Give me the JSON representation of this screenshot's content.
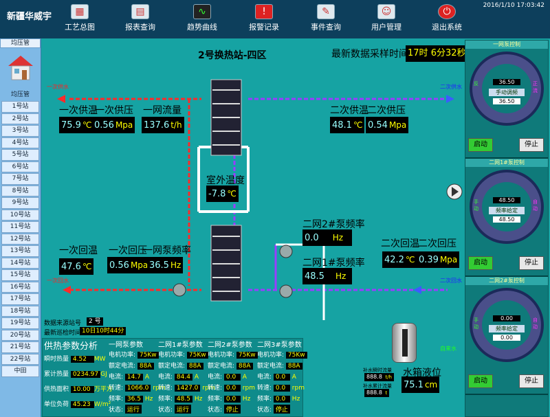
{
  "brand": "新疆华威宇",
  "clock": "2016/1/10 17:03:42",
  "nav": [
    {
      "label": "工艺总图",
      "icon": "process-icon"
    },
    {
      "label": "报表查询",
      "icon": "report-icon"
    },
    {
      "label": "趋势曲线",
      "icon": "trend-icon"
    },
    {
      "label": "报警记录",
      "icon": "alarm-icon"
    },
    {
      "label": "事件查询",
      "icon": "event-icon"
    },
    {
      "label": "用户管理",
      "icon": "user-icon"
    },
    {
      "label": "退出系统",
      "icon": "exit-icon"
    }
  ],
  "sidebar": {
    "top": "均压管",
    "house_label": "均压管",
    "items": [
      "1号站",
      "2号站",
      "3号站",
      "4号站",
      "5号站",
      "6号站",
      "7号站",
      "8号站",
      "9号站",
      "10号站",
      "11号站",
      "12号站",
      "13号站",
      "14号站",
      "15号站",
      "16号站",
      "17号站",
      "18号站",
      "19号站",
      "20号站",
      "21号站",
      "22号站",
      "中田"
    ]
  },
  "station": "2号换热站-四区",
  "sample": {
    "label": "最新数据采样时间",
    "h": "17",
    "hu": "时",
    "m": "6",
    "mu": "分",
    "s": "32",
    "su": "秒"
  },
  "primary": {
    "supply_temp_label": "一次供温",
    "supply_press_label": "一次供压",
    "flow_label": "一网流量",
    "supply_temp": "75.9",
    "temp_unit": "℃",
    "supply_press": "0.56",
    "press_unit": "Mpa",
    "flow": "137.6",
    "flow_unit": "t/h",
    "return_temp_label": "一次回温",
    "return_press_label": "一次回压",
    "pump_freq_label": "一网泵频率",
    "return_temp": "47.6",
    "return_press": "0.56",
    "pump_freq": "36.5",
    "hz": "Hz",
    "pipe_in": "一次供水",
    "pipe_out": "一次回水"
  },
  "secondary": {
    "supply_temp_label": "二次供温",
    "supply_press_label": "二次供压",
    "supply_temp": "48.1",
    "supply_press": "0.54",
    "return_temp_label": "二次回温",
    "return_press_label": "二次回压",
    "return_temp": "42.2",
    "return_press": "0.39",
    "pipe_supply": "二次供水",
    "pipe_return": "二次回水",
    "pump2_label": "二网2#泵频率",
    "pump2": "0.0",
    "pump1_label": "二网1#泵频率",
    "pump1": "48.5"
  },
  "outdoor": {
    "label": "室外温度",
    "value": "-7.8"
  },
  "tank": {
    "label": "水箱液位",
    "value": "75.1",
    "unit": "cm",
    "makeup_in": "自来水",
    "inst_flow_label": "补水瞬时流量",
    "inst_flow": "888.8",
    "inst_unit": "t/h",
    "total_flow_label": "补水累计流量",
    "total_flow": "888.8",
    "total_unit": "t"
  },
  "info": {
    "src_label": "数据来源站号",
    "src": "2",
    "src_unit": "号",
    "patrol_label": "最新巡检时间",
    "patrol": "10日10时44分"
  },
  "analysis": {
    "title": "供热参数分析",
    "rows": [
      {
        "l": "瞬时热量",
        "v": "4.52",
        "u": "MW"
      },
      {
        "l": "累计热量",
        "v": "0234.97",
        "u": "GJ"
      },
      {
        "l": "供热面积",
        "v": "10.00",
        "u": "万平方"
      },
      {
        "l": "单位负荷",
        "v": "45.23",
        "u": "W/m²"
      }
    ]
  },
  "pumps": [
    {
      "title": "一网泵参数",
      "rows": [
        {
          "l": "电机功率",
          "v": "75Kw"
        },
        {
          "l": "额定电流",
          "v": "88A"
        },
        {
          "l": "电流",
          "v": "14.7",
          "u": "A"
        },
        {
          "l": "转速",
          "v": "1066.0",
          "u": "rpm"
        },
        {
          "l": "频率",
          "v": "36.5",
          "u": "Hz"
        },
        {
          "l": "状态",
          "v": "运行"
        }
      ]
    },
    {
      "title": "二网1#泵参数",
      "rows": [
        {
          "l": "电机功率",
          "v": "75Kw"
        },
        {
          "l": "额定电流",
          "v": "88A"
        },
        {
          "l": "电流",
          "v": "84.4",
          "u": "A"
        },
        {
          "l": "转速",
          "v": "1427.0",
          "u": "rpm"
        },
        {
          "l": "频率",
          "v": "48.5",
          "u": "Hz"
        },
        {
          "l": "状态",
          "v": "运行"
        }
      ]
    },
    {
      "title": "二网2#泵参数",
      "rows": [
        {
          "l": "电机功率",
          "v": "75Kw"
        },
        {
          "l": "额定电流",
          "v": "88A"
        },
        {
          "l": "电流",
          "v": "0.0",
          "u": "A"
        },
        {
          "l": "转速",
          "v": "0.0",
          "u": "rpm"
        },
        {
          "l": "频率",
          "v": "0.0",
          "u": "Hz"
        },
        {
          "l": "状态",
          "v": "停止"
        }
      ]
    },
    {
      "title": "二网3#泵参数",
      "rows": [
        {
          "l": "电机功率",
          "v": "75Kw"
        },
        {
          "l": "额定电流",
          "v": "88A"
        },
        {
          "l": "电流",
          "v": "0.0",
          "u": "A"
        },
        {
          "l": "转速",
          "v": "0.0",
          "u": "rpm"
        },
        {
          "l": "频率",
          "v": "0.0",
          "u": "Hz"
        },
        {
          "l": "状态",
          "v": "停止"
        }
      ]
    }
  ],
  "right": [
    {
      "head": "一网泵控制",
      "mode": "手动调频",
      "set": "36.50",
      "sp": "36.50",
      "l1": "反",
      "l2": "正流",
      "start": "启动",
      "stop": "停止"
    },
    {
      "head": "二网1#泵控制",
      "mode": "频率给定",
      "set": "48.50",
      "sp": "48.50",
      "l1": "手动",
      "l2": "自动",
      "start": "启动",
      "stop": "停止"
    },
    {
      "head": "二网2#泵控制",
      "mode": "频率给定",
      "set": "0.00",
      "sp": "0.00",
      "l1": "手动",
      "l2": "自动",
      "start": "启动",
      "stop": "停止"
    }
  ],
  "colors": {
    "hot": "#ff2a2a",
    "cold": "#9a3cff",
    "water": "#6a8cff",
    "accent": "#0d3f5c"
  }
}
